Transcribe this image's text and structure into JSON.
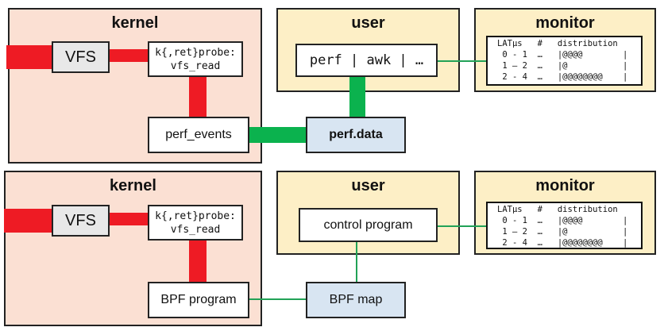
{
  "top": {
    "kernel_title": "kernel",
    "user_title": "user",
    "monitor_title": "monitor",
    "vfs": "VFS",
    "probe_line1": "k{,ret}probe:",
    "probe_line2": "vfs_read",
    "events": "perf_events",
    "storage": "perf.data",
    "consumer": "perf | awk | …",
    "histogram": "LATµs   #   distribution\n 0 - 1  …   |@@@@        |\n 1 – 2  …   |@           |\n 2 - 4  …   |@@@@@@@@    |"
  },
  "bottom": {
    "kernel_title": "kernel",
    "user_title": "user",
    "monitor_title": "monitor",
    "vfs": "VFS",
    "probe_line1": "k{,ret}probe:",
    "probe_line2": "vfs_read",
    "events": "BPF program",
    "storage": "BPF map",
    "consumer": "control program",
    "histogram": "LATµs   #   distribution\n 0 - 1  …   |@@@@        |\n 1 – 2  …   |@           |\n 2 - 4  …   |@@@@@@@@    |"
  },
  "colors": {
    "kernel": "#fbe0d3",
    "user": "#fdefc6",
    "store": "#d8e5f2",
    "probe_path": "#ee1b24",
    "data_path": "#0bb24e"
  }
}
